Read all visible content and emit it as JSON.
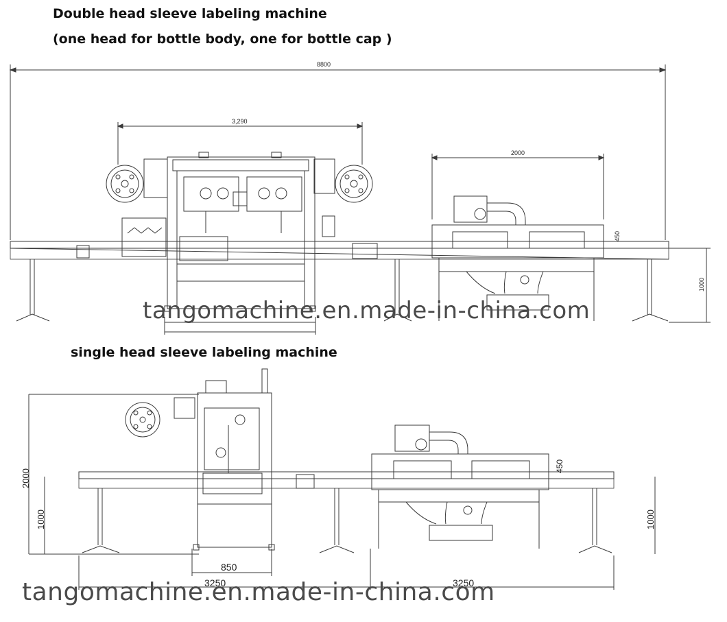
{
  "titles": {
    "double_line1": "Double head sleeve labeling machine",
    "double_line2": "(one head for bottle body, one for bottle cap )",
    "single": "single head sleeve labeling machine"
  },
  "watermark": "tangomachine.en.made-in-china.com",
  "double_dims": {
    "overall_length": "8800",
    "labeler_width": "3,290",
    "tunnel_length": "2000",
    "tunnel_height": "450",
    "conveyor_height": "1000"
  },
  "single_dims": {
    "machine_height": "2000",
    "conveyor_height_left": "1000",
    "conveyor_height_right": "1000",
    "tunnel_height": "450",
    "base_width": "850",
    "left_length": "3250",
    "right_length": "3250"
  },
  "colors": {
    "line": "#3a3a3a",
    "text": "#111111",
    "watermark": "#4a4a4a"
  }
}
